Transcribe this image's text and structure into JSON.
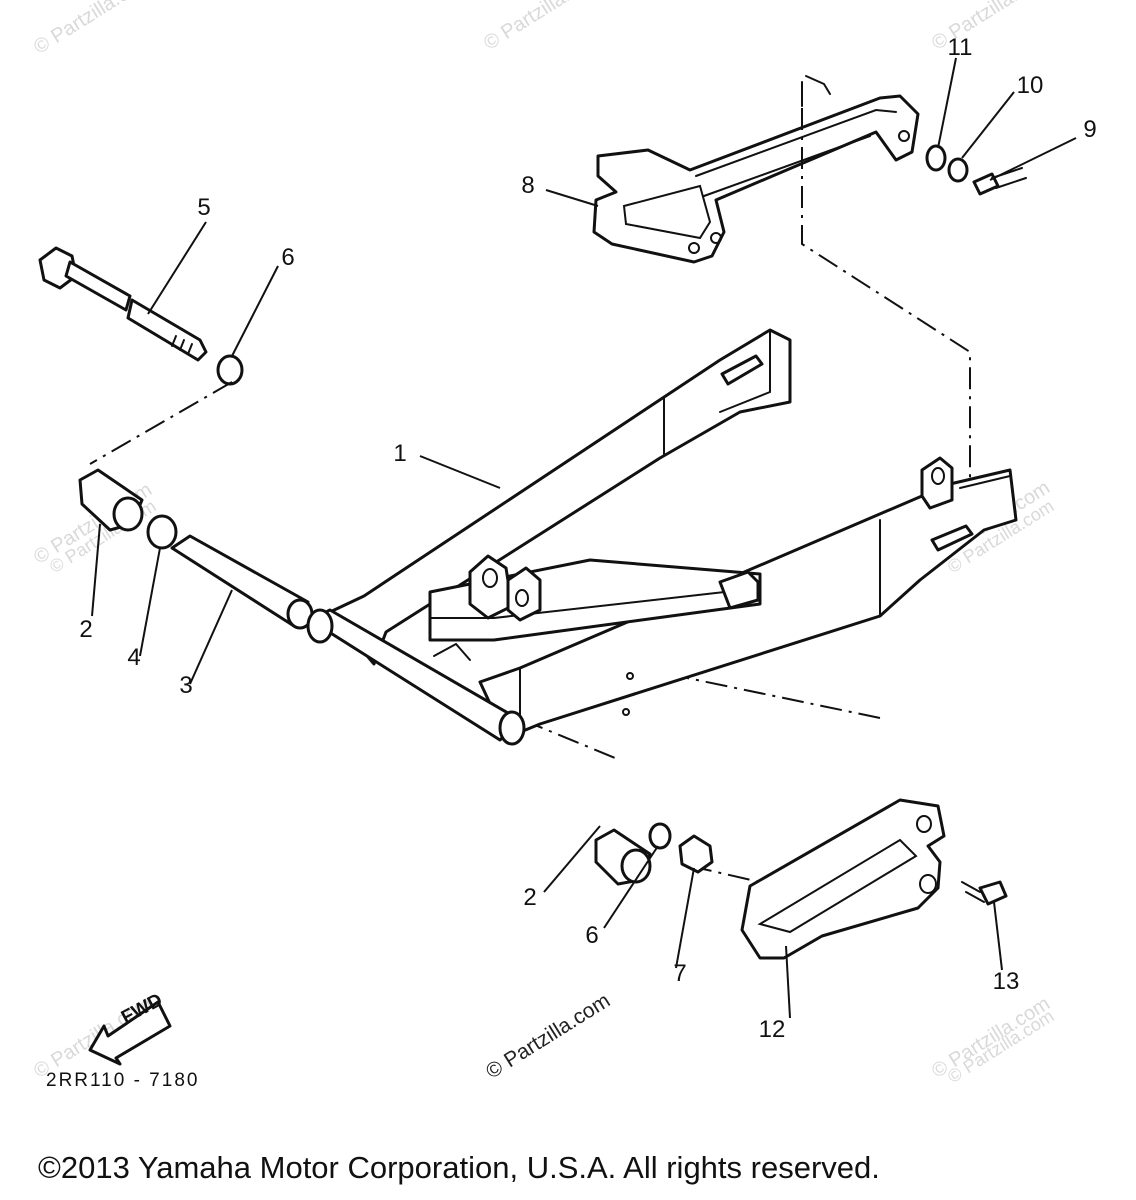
{
  "watermarks": [
    "© Partzilla.com",
    "© Partzilla.com",
    "© Partzilla.com",
    "© Partzilla.com",
    "© Partzilla.com",
    "© Partzilla.com",
    "© Partzilla.com",
    "© Partzilla.com",
    "© Partzilla.com",
    "© Partzilla.com",
    "© Partzilla.com"
  ],
  "center_watermark": "© Partzilla.com",
  "callouts": [
    "1",
    "2",
    "3",
    "4",
    "5",
    "6",
    "8",
    "9",
    "10",
    "11",
    "2",
    "6",
    "7",
    "12",
    "13"
  ],
  "fwd_label": "FWD",
  "diagram_code": "2RR110 - 7180",
  "copyright": "©2013 Yamaha Motor Corporation, U.S.A. All rights reserved."
}
